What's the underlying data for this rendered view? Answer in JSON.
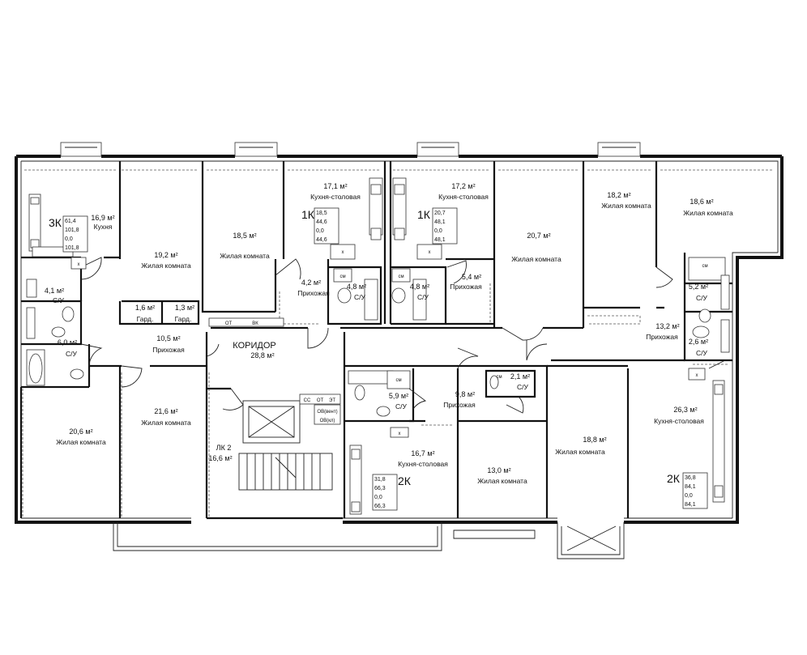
{
  "apartments": [
    {
      "id": "apt-3k",
      "type": "3К",
      "values": [
        "61,4",
        "101,8",
        "0,0",
        "101,8"
      ]
    },
    {
      "id": "apt-1k-left",
      "type": "1К",
      "values": [
        "18,5",
        "44,6",
        "0,0",
        "44,6"
      ]
    },
    {
      "id": "apt-1k-right",
      "type": "1К",
      "values": [
        "20,7",
        "48,1",
        "0,0",
        "48,1"
      ]
    },
    {
      "id": "apt-2k-center",
      "type": "2К",
      "values": [
        "31,8",
        "66,3",
        "0,0",
        "66,3"
      ]
    },
    {
      "id": "apt-2k-right",
      "type": "2К",
      "values": [
        "36,8",
        "84,1",
        "0,0",
        "84,1"
      ]
    }
  ],
  "rooms": [
    {
      "area": "16,9 м²",
      "name": "Кухня"
    },
    {
      "area": "19,2 м²",
      "name": "Жилая комната"
    },
    {
      "area": "4,1 м²",
      "name": "С/У"
    },
    {
      "area": "1,6 м²",
      "name": "Гард."
    },
    {
      "area": "1,3 м²",
      "name": "Гард."
    },
    {
      "area": "6,0 м²",
      "name": "С/У"
    },
    {
      "area": "10,5 м²",
      "name": "Прихожая"
    },
    {
      "area": "20,6 м²",
      "name": "Жилая комната"
    },
    {
      "area": "21,6 м²",
      "name": "Жилая комната"
    },
    {
      "area": "18,5 м²",
      "name": "Жилая комната"
    },
    {
      "area": "17,1 м²",
      "name": "Кухня-столовая"
    },
    {
      "area": "4,2 м²",
      "name": "Прихожая"
    },
    {
      "area": "4,8 м²",
      "name": "С/У"
    },
    {
      "area": "4,8 м²",
      "name": "С/У"
    },
    {
      "area": "17,2 м²",
      "name": "Кухня-столовая"
    },
    {
      "area": "5,4 м²",
      "name": "Прихожая"
    },
    {
      "area": "20,7 м²",
      "name": "Жилая комната"
    },
    {
      "area": "18,2 м²",
      "name": "Жилая комната"
    },
    {
      "area": "18,6 м²",
      "name": "Жилая комната"
    },
    {
      "area": "5,2 м²",
      "name": "С/У"
    },
    {
      "area": "13,2 м²",
      "name": "Прихожая"
    },
    {
      "area": "2,6 м²",
      "name": "С/У"
    },
    {
      "area": "26,3 м²",
      "name": "Кухня-столовая"
    },
    {
      "area": "5,9 м²",
      "name": "С/У"
    },
    {
      "area": "9,8 м²",
      "name": "Прихожая"
    },
    {
      "area": "2,1 м²",
      "name": "С/У"
    },
    {
      "area": "16,7 м²",
      "name": "Кухня-столовая"
    },
    {
      "area": "13,0 м²",
      "name": "Жилая комната"
    },
    {
      "area": "18,8 м²",
      "name": "Жилая комната"
    }
  ],
  "corridor": {
    "name": "КОРИДОР",
    "area": "28,8 м²"
  },
  "stair": {
    "name": "ЛК 2",
    "area": "16,6 м²"
  },
  "fixture_labels": {
    "sm": "см",
    "x": "х",
    "ot": "ОТ",
    "vk": "ВК",
    "ss": "СС",
    "et": "ЭТ",
    "ov_vent": "ОВ(вент)",
    "ov_kl": "ОВ(кл)"
  }
}
